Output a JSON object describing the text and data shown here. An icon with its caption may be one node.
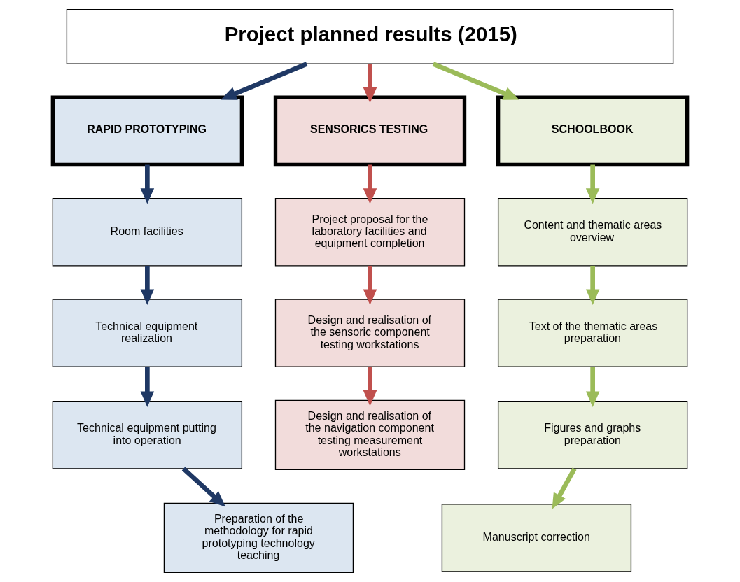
{
  "diagram": {
    "nodes": [
      {
        "text": [
          "Project planned results (2015)"
        ]
      },
      {
        "text": [
          "RAPID PROTOTYPING"
        ]
      },
      {
        "text": [
          "SENSORICS TESTING"
        ]
      },
      {
        "text": [
          "SCHOOLBOOK"
        ]
      },
      {
        "text": [
          "Room facilities"
        ]
      },
      {
        "text": [
          "Project proposal for the laboratory facilities and equipment completion"
        ]
      },
      {
        "text": [
          "Content and thematic areas overview"
        ]
      },
      {
        "text": [
          "Technical equipment realization"
        ]
      },
      {
        "text": [
          "Design and realisation of the sensoric component testing workstations"
        ]
      },
      {
        "text": [
          "Text of the thematic areas preparation"
        ]
      },
      {
        "text": [
          "Technical equipment putting into operation"
        ]
      },
      {
        "text": [
          "Design and realisation of the navigation component testing measurement workstations"
        ]
      },
      {
        "text": [
          "Figures and graphs preparation"
        ]
      },
      {
        "text": [
          "Preparation of the methodology for rapid prototyping technology teaching"
        ]
      },
      {
        "text": [
          "Manuscript correction"
        ]
      }
    ],
    "edges": [
      {
        "from": 0,
        "to": 1,
        "arrow": "to",
        "color": "#1f3864"
      },
      {
        "from": 0,
        "to": 2,
        "arrow": "to",
        "color": "#c0504d"
      },
      {
        "from": 0,
        "to": 3,
        "arrow": "to",
        "color": "#9bbb59"
      },
      {
        "from": 1,
        "to": 4,
        "arrow": "to",
        "color": "#1f3864"
      },
      {
        "from": 4,
        "to": 7,
        "arrow": "to",
        "color": "#1f3864"
      },
      {
        "from": 7,
        "to": 10,
        "arrow": "to",
        "color": "#1f3864"
      },
      {
        "from": 10,
        "to": 13,
        "arrow": "to",
        "color": "#1f3864"
      },
      {
        "from": 2,
        "to": 5,
        "arrow": "to",
        "color": "#c0504d"
      },
      {
        "from": 5,
        "to": 8,
        "arrow": "to",
        "color": "#c0504d"
      },
      {
        "from": 8,
        "to": 11,
        "arrow": "to",
        "color": "#c0504d"
      },
      {
        "from": 3,
        "to": 6,
        "arrow": "to",
        "color": "#9bbb59"
      },
      {
        "from": 6,
        "to": 9,
        "arrow": "to",
        "color": "#9bbb59"
      },
      {
        "from": 9,
        "to": 12,
        "arrow": "to",
        "color": "#9bbb59"
      },
      {
        "from": 12,
        "to": 14,
        "arrow": "to",
        "color": "#9bbb59"
      }
    ]
  }
}
